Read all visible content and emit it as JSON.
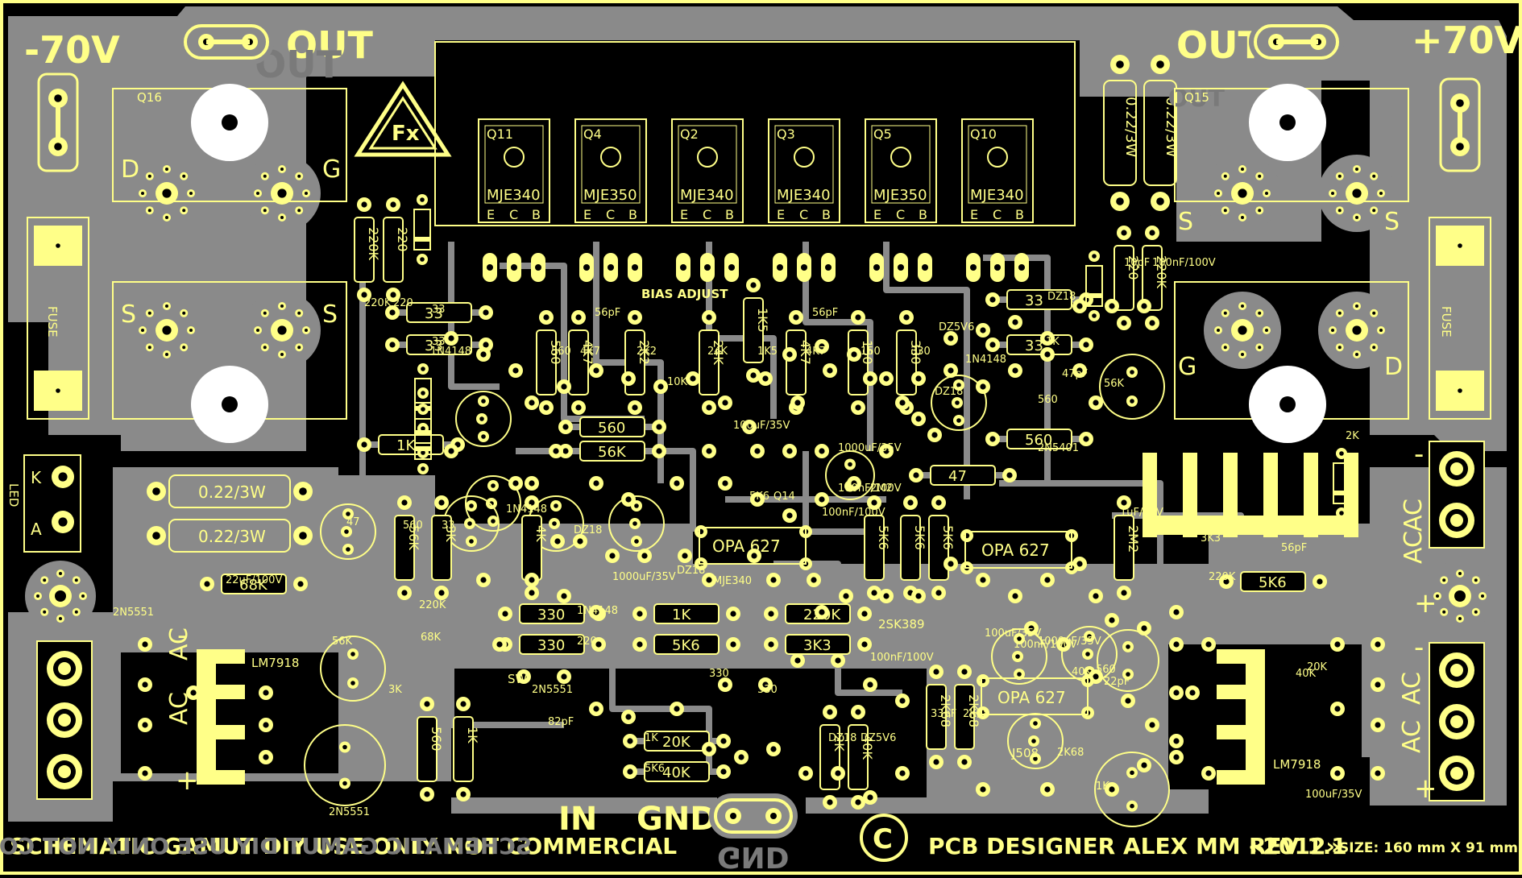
{
  "board": {
    "colors": {
      "substrate": "#000000",
      "copper": "#8a8a8a",
      "silk": "#ffff88",
      "outline": "#ffff88",
      "hole": "#ffffff"
    },
    "power": {
      "neg": "-70V",
      "pos": "+70V"
    },
    "outputs": {
      "out_left": "OUT",
      "out_right": "OUT",
      "out_mirror": "TUO"
    },
    "inputs": {
      "in": "IN",
      "gnd": "GND",
      "gnd_mirror": "GND"
    },
    "footer": {
      "left": "SCHEMATIC GAMUT DIY USE ONLY NOT COMMERCIAL",
      "copyright": "©",
      "designer": "PCB DESIGNER ALEX MM «2012»",
      "rev": "REV 1.1",
      "size": "SIZE: 160 mm X 91 mm"
    },
    "power_fets": {
      "left": "Q16",
      "right": "Q15",
      "pins_left": [
        "D",
        "G",
        "S",
        "S"
      ],
      "pins_right": [
        "S",
        "S",
        "G",
        "D"
      ]
    },
    "transistors": [
      {
        "ref": "Q11",
        "part": "MJE340"
      },
      {
        "ref": "Q4",
        "part": "MJE350"
      },
      {
        "ref": "Q2",
        "part": "MJE340"
      },
      {
        "ref": "Q3",
        "part": "MJE340"
      },
      {
        "ref": "Q5",
        "part": "MJE350"
      },
      {
        "ref": "Q10",
        "part": "MJE340"
      }
    ],
    "ecb": [
      "E",
      "C",
      "B"
    ],
    "opamps": [
      "OPA 627",
      "OPA 627",
      "OPA 627"
    ],
    "bias_label": "BIAS ADJUST",
    "fuse_label": "FUSE",
    "led_label": "LED",
    "led_pins": [
      "K",
      "A"
    ],
    "resistors_0r22": [
      "0.22/3W",
      "0.22/3W",
      "0.22/3W",
      "0.22/3W"
    ],
    "regulators": [
      "LM7918",
      "LM7918"
    ],
    "jfet": "J508",
    "dual": "2SK389",
    "sw": "SW",
    "ac_labels": [
      "AC",
      "AC",
      "AC",
      "AC",
      "AC",
      "AC"
    ],
    "misc_labels": [
      "220K",
      "220",
      "1N4148",
      "33",
      "33",
      "56pF",
      "560",
      "4K7",
      "2K2",
      "10K",
      "24K",
      "1K5",
      "4K7",
      "150",
      "330",
      "DZ5V6",
      "56pF",
      "1N4148",
      "DZ18",
      "2N5401",
      "DZ18",
      "1K",
      "560",
      "56K",
      "47pF",
      "10pF",
      "100nF/100V",
      "22uF/100V",
      "47",
      "560",
      "33",
      "1N4148",
      "DZ18",
      "1000uF/35V",
      "1N4148",
      "220",
      "220K",
      "68K",
      "2N5551",
      "56K",
      "3K",
      "2N5551",
      "2N5551",
      "82pF",
      "1K",
      "5K6",
      "330",
      "330",
      "DZ18",
      "DZ5V6",
      "100nF/100V",
      "100uF/35V",
      "100nF/100V",
      "1000uF/35V",
      "560",
      "1K",
      "20K",
      "40K",
      "1uF/63V",
      "220K",
      "3K3",
      "56pF",
      "2K",
      "40K",
      "22pF",
      "33pF",
      "2K68",
      "2K68",
      "100uF/35V",
      "1000uF/35V",
      "100nF/100V",
      "100nF/100V",
      "2M2",
      "5K6",
      "Q14",
      "MJE340",
      "DZ18",
      "100uF/35V"
    ],
    "mirror_text": "SCHEMATIC GAMUT DIY USE ONLY NOT COMMERCIAL"
  }
}
